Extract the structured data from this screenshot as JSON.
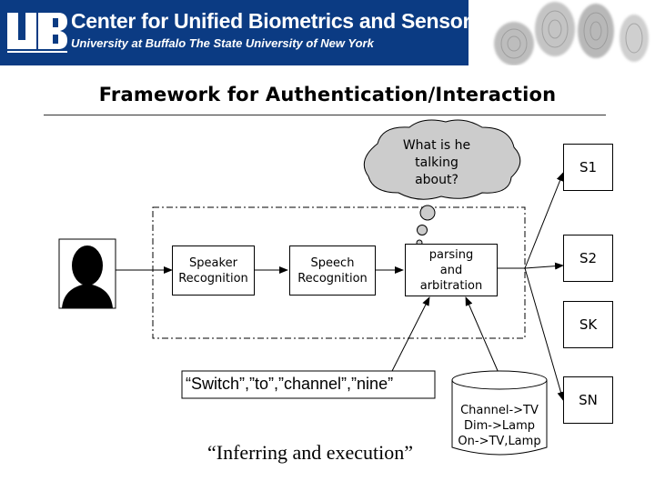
{
  "header": {
    "org_name": "Center for Unified Biometrics and Sensors",
    "org_sub": "University at Buffalo The State University of New York"
  },
  "title": "Framework for Authentication/Interaction",
  "thought": {
    "lines": [
      "What is he",
      "talking",
      "about?"
    ]
  },
  "boxes": {
    "speaker": [
      "Speaker",
      "Recognition"
    ],
    "speech": [
      "Speech",
      "Recognition"
    ],
    "parsing": [
      "parsing",
      "and",
      "arbitration"
    ]
  },
  "services": [
    "S1",
    "S2",
    "SK",
    "SN"
  ],
  "quote": "“Switch”,”to”,”channel”,”nine”",
  "database": [
    "Channel->TV",
    "Dim->Lamp",
    "On->TV,Lamp"
  ],
  "caption": "“Inferring and execution”",
  "colors": {
    "banner": "#0b3b83",
    "cloud": "#cccccc"
  }
}
